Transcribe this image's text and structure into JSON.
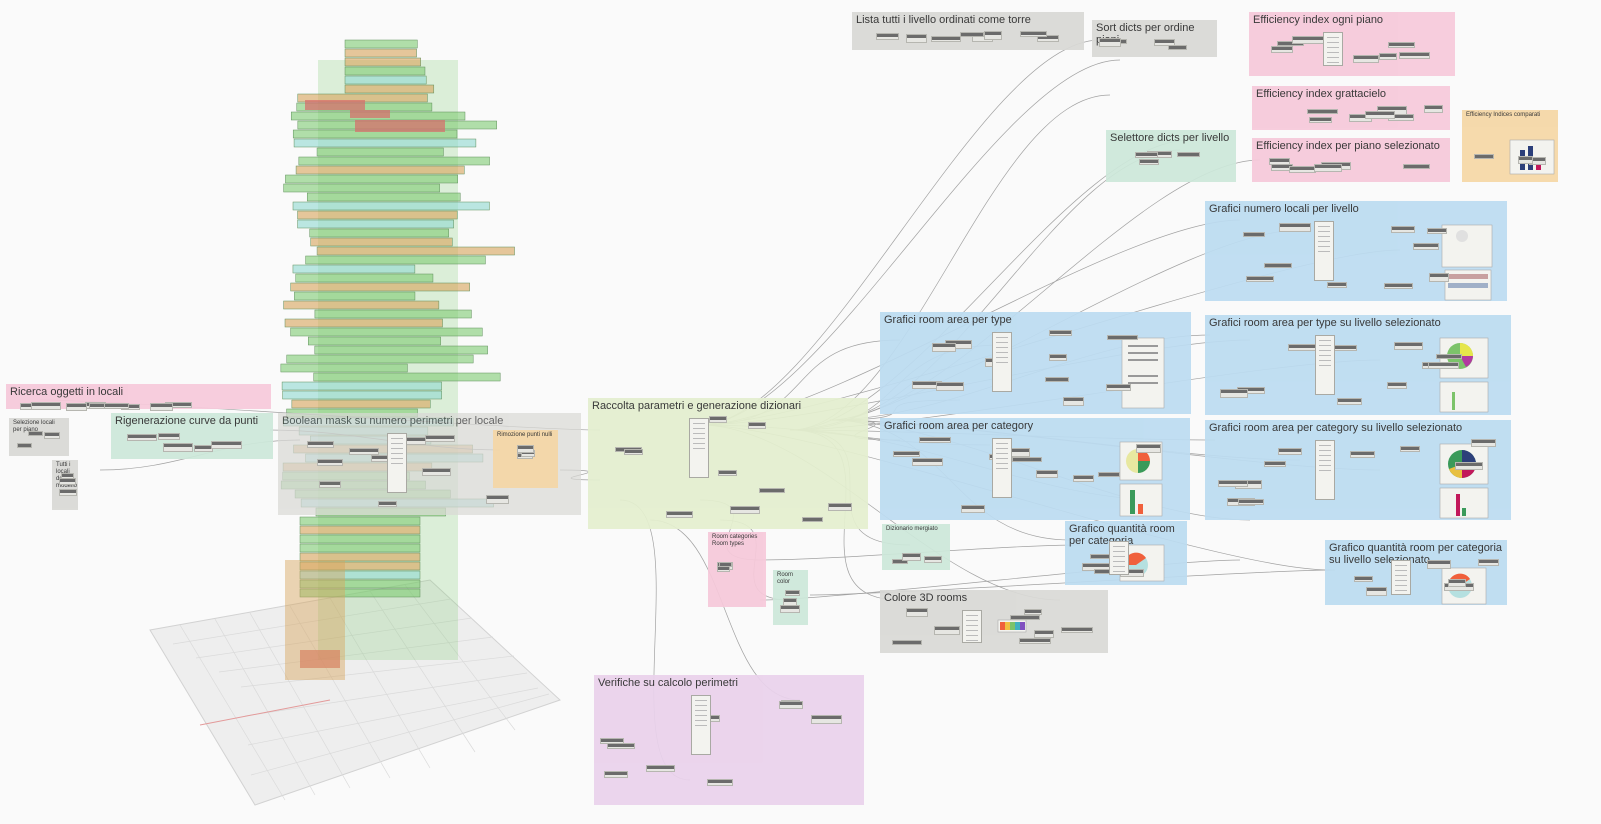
{
  "colors": {
    "canvas": "#fafafa",
    "group_pink": "#f6c9da",
    "group_grey": "#d9d9d6",
    "group_green": "#cde8da",
    "group_lime": "#e4efcf",
    "group_blue": "#bcdcf1",
    "group_orange": "#f5d7a6",
    "group_violet": "#ead2ec",
    "wire": "#8c8c8c",
    "tower_green": "#7fcc73",
    "tower_cyan": "#8fd9d0",
    "tower_orange": "#d7a45a",
    "tower_red": "#d86a6a"
  },
  "groups": [
    {
      "id": "ricerca-oggetti",
      "title": "Ricerca oggetti in locali",
      "color": "group_pink"
    },
    {
      "id": "selezione-locali",
      "title": "Selezione locali per piano",
      "color": "group_grey",
      "small": true
    },
    {
      "id": "tutti-locali",
      "title": "Tutti i locali del modello",
      "color": "group_grey",
      "small": true
    },
    {
      "id": "rigenerazione-curve",
      "title": "Rigenerazione curve da punti",
      "color": "group_green"
    },
    {
      "id": "boolean-mask",
      "title": "Boolean mask su numero perimetri per locale",
      "color": "group_grey"
    },
    {
      "id": "rimozione-punti",
      "title": "Rimozione punti nulli",
      "color": "group_orange",
      "small": true
    },
    {
      "id": "raccolta-parametri",
      "title": "Raccolta parametri e generazione dizionari",
      "color": "group_lime"
    },
    {
      "id": "room-categories",
      "title": "Room categories Room types",
      "color": "group_pink",
      "small": true
    },
    {
      "id": "room-color",
      "title": "Room color",
      "color": "group_green",
      "small": true
    },
    {
      "id": "verifiche-perimetri",
      "title": "Verifiche su calcolo perimetri",
      "color": "group_violet"
    },
    {
      "id": "lista-livelli",
      "title": "Lista tutti i livello ordinati come torre",
      "color": "group_grey"
    },
    {
      "id": "sort-dicts",
      "title": "Sort dicts per ordine piani",
      "color": "group_grey"
    },
    {
      "id": "efficiency-ogni-piano",
      "title": "Efficiency index ogni piano",
      "color": "group_pink"
    },
    {
      "id": "efficiency-grattacielo",
      "title": "Efficiency index grattacielo",
      "color": "group_pink"
    },
    {
      "id": "selettore-dicts",
      "title": "Selettore dicts per livello",
      "color": "group_green"
    },
    {
      "id": "efficiency-piano-selezionato",
      "title": "Efficiency index per piano selezionato",
      "color": "group_pink"
    },
    {
      "id": "efficiency-comparati",
      "title": "Efficiency Indices comparati",
      "color": "group_orange",
      "small": true
    },
    {
      "id": "grafici-numero-locali",
      "title": "Grafici numero locali per livello",
      "color": "group_blue"
    },
    {
      "id": "grafici-area-type",
      "title": "Grafici room area per type",
      "color": "group_blue"
    },
    {
      "id": "grafici-area-type-livello",
      "title": "Grafici room area per type su livello selezionato",
      "color": "group_blue"
    },
    {
      "id": "grafici-area-category",
      "title": "Grafici room area per category",
      "color": "group_blue"
    },
    {
      "id": "grafici-area-category-livello",
      "title": "Grafici room area per category su livello selezionato",
      "color": "group_blue"
    },
    {
      "id": "dizionario-mergiato",
      "title": "Dizionario mergiato",
      "color": "group_green",
      "small": true
    },
    {
      "id": "grafico-quantita-categoria",
      "title": "Grafico quantità room per categoria",
      "color": "group_blue"
    },
    {
      "id": "grafico-quantita-categoria-livello",
      "title": "Grafico quantità room per categoria su livello selezionato",
      "color": "group_blue"
    },
    {
      "id": "colore-3d-rooms",
      "title": "Colore 3D rooms",
      "color": "group_grey"
    }
  ]
}
